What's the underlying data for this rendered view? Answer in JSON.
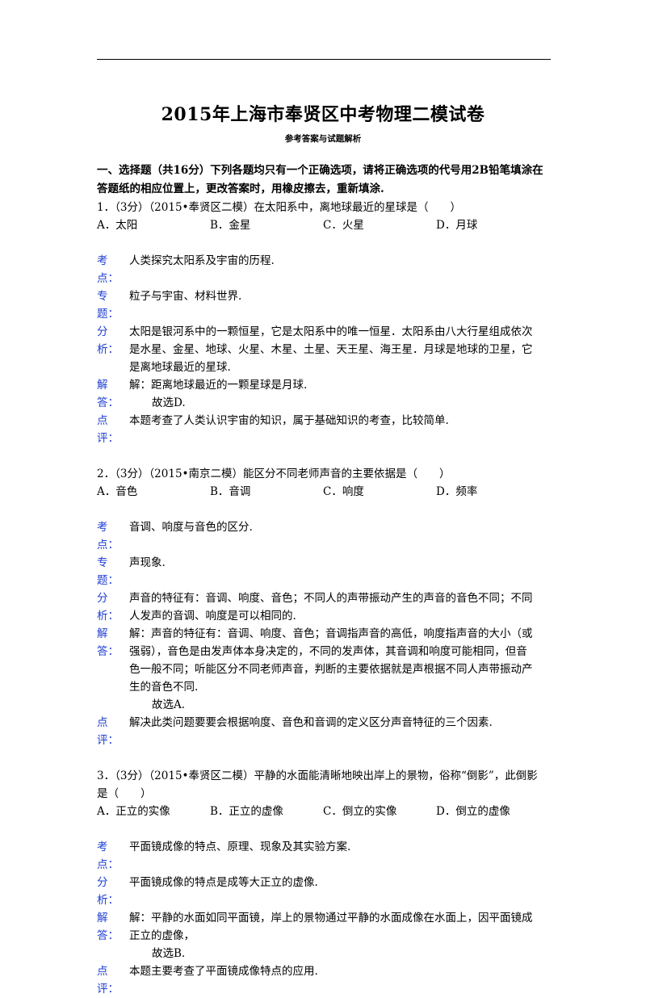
{
  "doc": {
    "title": "2015年上海市奉贤区中考物理二模试卷",
    "subtitle": "参考答案与试题解析",
    "section": "一、选择题（共16分）下列各题均只有一个正确选项，请将正确选项的代号用2B铅笔填涂在答题纸的相应位置上，更改答案时，用橡皮擦去，重新填涂."
  },
  "questions": [
    {
      "stem": "1．（3分）（2015•奉贤区二模）在太阳系中，离地球最近的星球是（　　）",
      "options": [
        "A．太阳",
        "B．金星",
        "C．火星",
        "D．月球"
      ],
      "items": [
        {
          "label": "考点：",
          "lines": [
            "人类探究太阳系及宇宙的历程."
          ]
        },
        {
          "label": "专题：",
          "lines": [
            "粒子与宇宙、材料世界."
          ]
        },
        {
          "label": "分析：",
          "lines": [
            "太阳是银河系中的一颗恒星，它是太阳系中的唯一恒星．太阳系由八大行星组成依次",
            "是水星、金星、地球、火星、木星、土星、天王星、海王星．月球是地球的卫星，它",
            "是离地球最近的星球."
          ]
        },
        {
          "label": "解答：",
          "lines": [
            "解：距离地球最近的一颗星球是月球.",
            "故选D."
          ]
        },
        {
          "label": "点评：",
          "lines": [
            "本题考查了人类认识宇宙的知识，属于基础知识的考查，比较简单."
          ]
        }
      ]
    },
    {
      "stem": "2．（3分）（2015•南京二模）能区分不同老师声音的主要依据是（　　）",
      "options": [
        "A．音色",
        "B．音调",
        "C．响度",
        "D．频率"
      ],
      "items": [
        {
          "label": "考点：",
          "lines": [
            "音调、响度与音色的区分."
          ]
        },
        {
          "label": "专题：",
          "lines": [
            "声现象."
          ]
        },
        {
          "label": "分析：",
          "lines": [
            "声音的特征有：音调、响度、音色；不同人的声带振动产生的声音的音色不同；不同",
            "人发声的音调、响度是可以相同的."
          ]
        },
        {
          "label": "解答：",
          "lines": [
            "解：声音的特征有：音调、响度、音色；音调指声音的高低，响度指声音的大小（或",
            "强弱），音色是由发声体本身决定的，不同的发声体，其音调和响度可能相同，但音",
            "色一般不同；听能区分不同老师声音，判断的主要依据就是声根据不同人声带振动产",
            "生的音色不同.",
            "故选A."
          ]
        },
        {
          "label": "点评：",
          "lines": [
            "解决此类问题要要会根据响度、音色和音调的定义区分声音特征的三个因素."
          ]
        }
      ]
    },
    {
      "stem": "3．（3分）（2015•奉贤区二模）平静的水面能清晰地映出岸上的景物，俗称“倒影”，此倒影",
      "stem2": "是（　　）",
      "options": [
        "A．正立的实像",
        "B．正立的虚像",
        "C．倒立的实像",
        "D．倒立的虚像"
      ],
      "items": [
        {
          "label": "考点：",
          "lines": [
            "平面镜成像的特点、原理、现象及其实验方案."
          ]
        },
        {
          "label": "分析：",
          "lines": [
            "平面镜成像的特点是成等大正立的虚像."
          ]
        },
        {
          "label": "解答：",
          "lines": [
            "解：平静的水面如同平面镜，岸上的景物通过平静的水面成像在水面上，因平面镜成",
            "正立的虚像，",
            "故选B."
          ]
        },
        {
          "label": "点评：",
          "lines": [
            "本题主要考查了平面镜成像特点的应用."
          ]
        }
      ]
    }
  ]
}
